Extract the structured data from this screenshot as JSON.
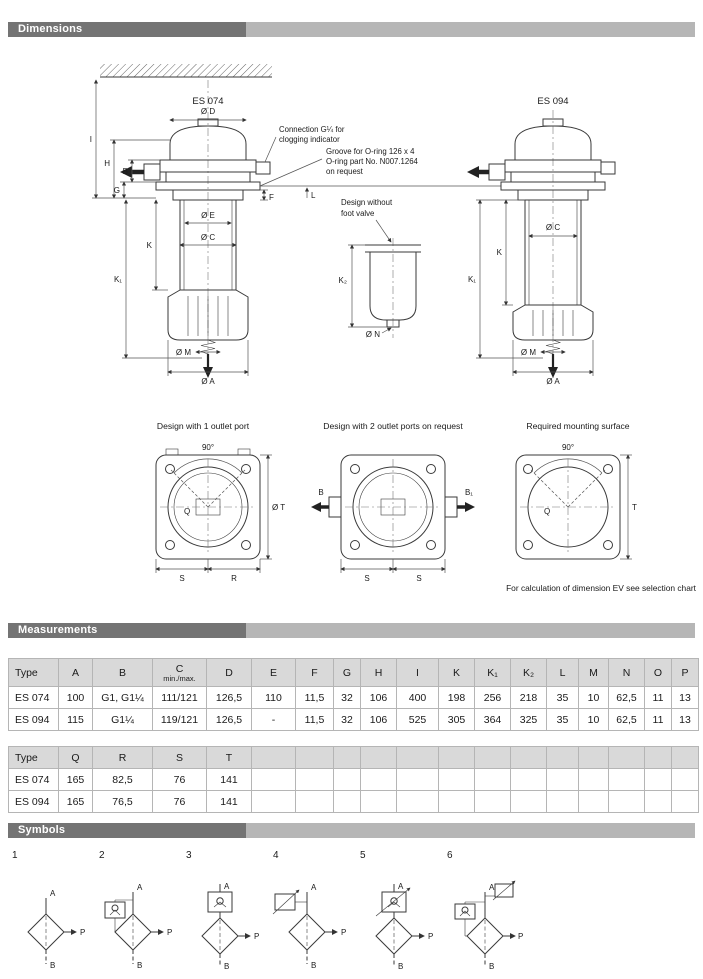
{
  "bars": {
    "dimensions": "Dimensions",
    "measurements": "Measurements",
    "symbols": "Symbols"
  },
  "drawings": {
    "es074": "ES 074",
    "es094": "ES 094",
    "annotations": {
      "connection1": "Connection G¼ for",
      "connection2": "clogging indicator",
      "groove1": "Groove for O-ring 126 x 4",
      "groove2": "O-ring part No. N007.1264",
      "groove3": "on request",
      "no_foot1": "Design without",
      "no_foot2": "foot valve"
    },
    "captions": {
      "view1": "Design with 1 outlet port",
      "view2": "Design with 2 outlet ports on request",
      "view3": "Required mounting surface"
    },
    "footnote": "For calculation of dimension EV see selection chart",
    "dims": {
      "dD": "Ø D",
      "dE": "Ø E",
      "dC": "Ø C",
      "dM": "Ø M",
      "dA": "Ø A",
      "dN": "Ø N",
      "dT": "Ø T",
      "I": "I",
      "H": "H",
      "B": "B",
      "G": "G",
      "F": "F",
      "L": "L",
      "K": "K",
      "K1": "K₁",
      "K2": "K₂",
      "deg": "90°",
      "Q": "Q",
      "S": "S",
      "R": "R",
      "T": "T",
      "B1": "B₁"
    }
  },
  "table1": {
    "headers": [
      "Type",
      "A",
      "B",
      "C",
      "D",
      "E",
      "F",
      "G",
      "H",
      "I",
      "K",
      "K₁",
      "K₂",
      "L",
      "M",
      "N",
      "O",
      "P"
    ],
    "c_sub": "min./max.",
    "rows": [
      [
        "ES 074",
        "100",
        "G1, G1¼",
        "111/121",
        "126,5",
        "110",
        "11,5",
        "32",
        "106",
        "400",
        "198",
        "256",
        "218",
        "35",
        "10",
        "62,5",
        "11",
        "13"
      ],
      [
        "ES 094",
        "115",
        "G1¼",
        "119/121",
        "126,5",
        "-",
        "11,5",
        "32",
        "106",
        "525",
        "305",
        "364",
        "325",
        "35",
        "10",
        "62,5",
        "11",
        "13"
      ]
    ]
  },
  "table2": {
    "headers": [
      "Type",
      "Q",
      "R",
      "S",
      "T"
    ],
    "rows": [
      [
        "ES 074",
        "165",
        "82,5",
        "76",
        "141"
      ],
      [
        "ES 094",
        "165",
        "76,5",
        "76",
        "141"
      ]
    ]
  },
  "symbols": {
    "numbers": [
      "1",
      "2",
      "3",
      "4",
      "5",
      "6"
    ],
    "portA": "A",
    "portP": "P",
    "portB": "B"
  },
  "colors": {
    "bar_dark": "#747474",
    "bar_light": "#b6b6b6",
    "table_header_bg": "#d9d9d9",
    "line": "#3a3a3a"
  }
}
